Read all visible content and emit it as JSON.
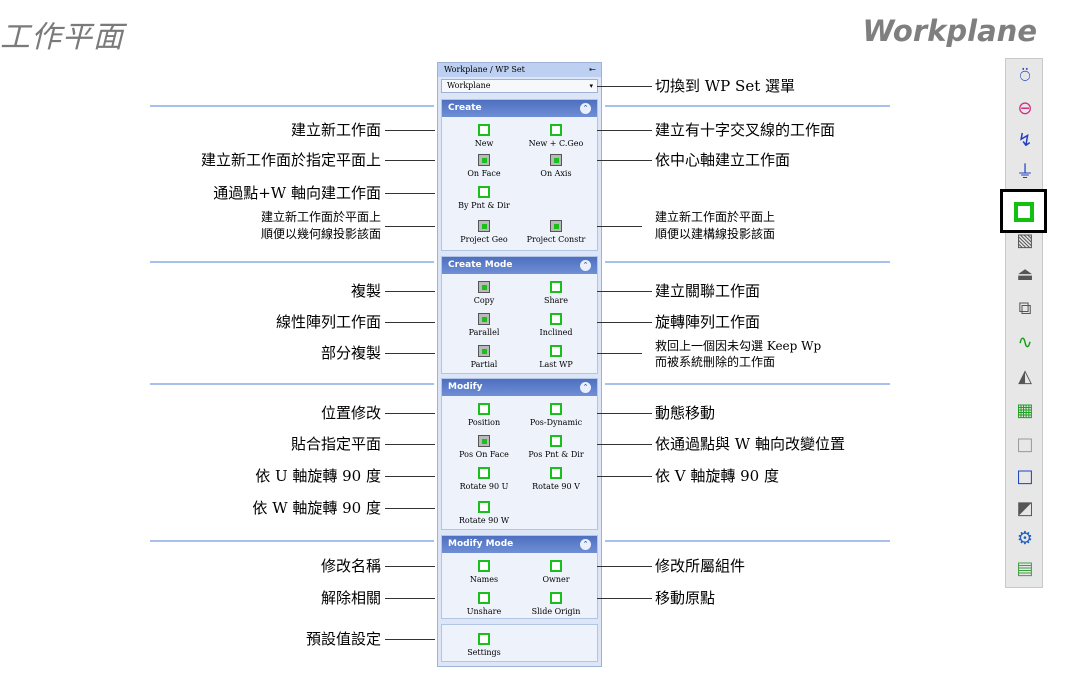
{
  "title_cn": "工作平面",
  "title_en": "Workplane",
  "panel": {
    "header": "Workplane / WP Set",
    "combo": "Workplane",
    "groups": [
      {
        "title": "Create",
        "buttons": [
          "New",
          "New + C.Geo",
          "On Face",
          "On Axis",
          "By Pnt & Dir",
          "Project Geo",
          "Project Constr"
        ]
      },
      {
        "title": "Create Mode",
        "buttons": [
          "Copy",
          "Share",
          "Parallel",
          "Inclined",
          "Partial",
          "Last WP"
        ]
      },
      {
        "title": "Modify",
        "buttons": [
          "Position",
          "Pos-Dynamic",
          "Pos On Face",
          "Pos Pnt & Dir",
          "Rotate 90 U",
          "Rotate 90 V",
          "Rotate 90 W"
        ]
      },
      {
        "title": "Modify Mode",
        "buttons": [
          "Names",
          "Owner",
          "Unshare",
          "Slide Origin"
        ]
      },
      {
        "title": "",
        "buttons": [
          "Settings"
        ]
      }
    ]
  },
  "labels_left": [
    "建立新工作面",
    "建立新工作面於指定平面上",
    "通過點+W 軸向建工作面",
    "建立新工作面於平面上",
    "順便以幾何線投影該面",
    "複製",
    "線性陣列工作面",
    "部分複製",
    "位置修改",
    "貼合指定平面",
    "依 U 軸旋轉 90 度",
    "依 W 軸旋轉 90 度",
    "修改名稱",
    "解除相關",
    "預設值設定"
  ],
  "labels_right": [
    "切換到 WP Set 選單",
    "建立有十字交叉線的工作面",
    "依中心軸建立工作面",
    "建立新工作面於平面上",
    "順便以建構線投影該面",
    "建立關聯工作面",
    "旋轉陣列工作面",
    "救回上一個因未勾選 Keep Wp",
    "而被系統刪除的工作面",
    "動態移動",
    "依通過點與 W 軸向改變位置",
    "依 V 軸旋轉 90 度",
    "修改所屬組件",
    "移動原點"
  ],
  "toolbar_icons": [
    "cone-icon",
    "cylinder-icon",
    "curve-icon",
    "axis-icon",
    "workplane-icon",
    "box-icon",
    "extrude-icon",
    "cube-arrow-icon",
    "spline-icon",
    "shell-icon",
    "grid-icon",
    "square-icon",
    "square-outline-icon",
    "wedge-icon",
    "gear-icon",
    "frame-icon"
  ],
  "colors": {
    "accent_green": "#1bbf1b",
    "group_header": "#5577c8",
    "guide_line": "#a6c2ec"
  }
}
